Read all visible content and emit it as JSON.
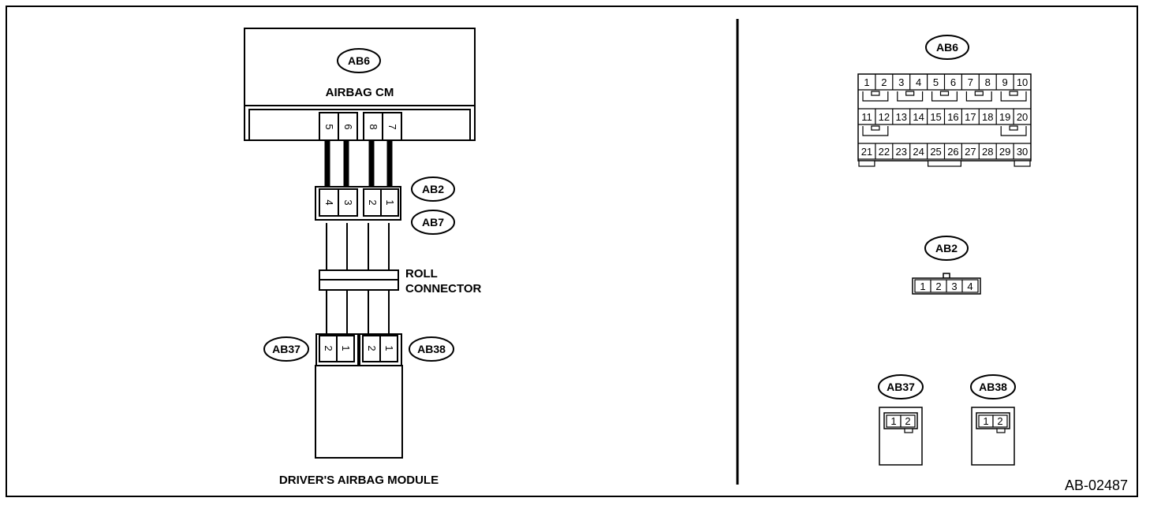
{
  "figure_id": "AB-02487",
  "left": {
    "airbag_cm": {
      "connector": "AB6",
      "label": "AIRBAG CM",
      "pins": [
        "5",
        "6",
        "8",
        "7"
      ]
    },
    "harness_connector": {
      "connector_top": "AB2",
      "connector_bottom": "AB7",
      "pins": [
        "4",
        "3",
        "2",
        "1"
      ]
    },
    "roll_connector": {
      "line1": "ROLL",
      "line2": "CONNECTOR"
    },
    "module_connectors": [
      {
        "id": "AB37",
        "pins": [
          "2",
          "1"
        ]
      },
      {
        "id": "AB38",
        "pins": [
          "2",
          "1"
        ]
      }
    ],
    "module_label": "DRIVER'S AIRBAG MODULE"
  },
  "right": {
    "ab6": {
      "id": "AB6",
      "rows": [
        [
          "1",
          "2",
          "3",
          "4",
          "5",
          "6",
          "7",
          "8",
          "9",
          "10"
        ],
        [
          "11",
          "12",
          "13",
          "14",
          "15",
          "16",
          "17",
          "18",
          "19",
          "20"
        ],
        [
          "21",
          "22",
          "23",
          "24",
          "25",
          "26",
          "27",
          "28",
          "29",
          "30"
        ]
      ]
    },
    "ab2": {
      "id": "AB2",
      "pins": [
        "1",
        "2",
        "3",
        "4"
      ]
    },
    "ab37": {
      "id": "AB37",
      "pins": [
        "1",
        "2"
      ]
    },
    "ab38": {
      "id": "AB38",
      "pins": [
        "1",
        "2"
      ]
    }
  }
}
